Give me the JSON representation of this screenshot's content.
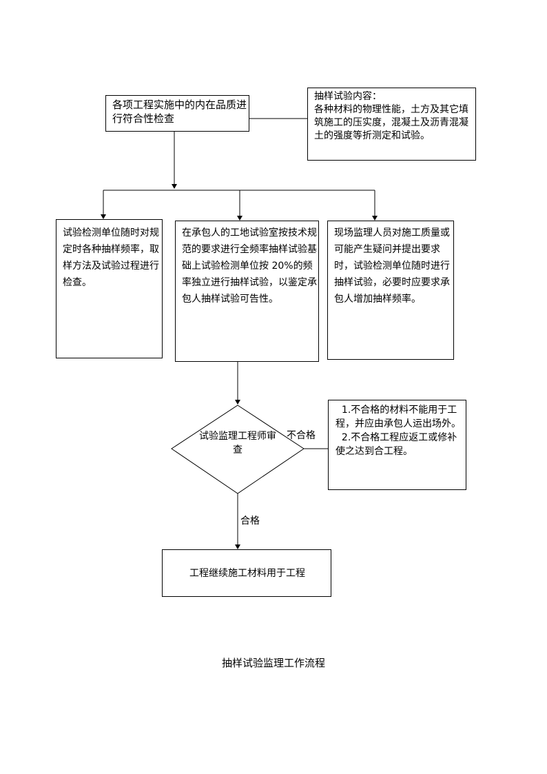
{
  "diagram": {
    "start_box": "各项工程实施中的内在品质进行符合性检查",
    "content_box": "抽样试验内容：\n各种材料的物理性能，土方及其它填筑施工的压实度，混凝土及沥青混凝土的强度等折测定和试验。",
    "branch_left": "试验检测单位随时对规定时各种抽样频率，取样方法及试验过程进行检查。",
    "branch_middle": "在承包人的工地试验室按技术规范的要求进行全频率抽样试验基础上试验检测单位按 20%的频率独立进行抽样试验，以鉴定承包人抽样试验可告性。",
    "branch_right": "现场监理人员对施工质量或可能产生疑问并提出要求时，试验检测单位随时进行抽样试验，必要时应要求承包人增加抽样频率。",
    "decision": "试验监理工程师审查",
    "fail_label": "不合格",
    "fail_box": "  1.不合格的材料不能用于工程，并应由承包人运出场外。\n  2.不合格工程应返工或修补使之达到合工程。",
    "pass_label": "合格",
    "end_box": "工程继续施工材料用于工程"
  },
  "caption": "抽样试验监理工作流程"
}
